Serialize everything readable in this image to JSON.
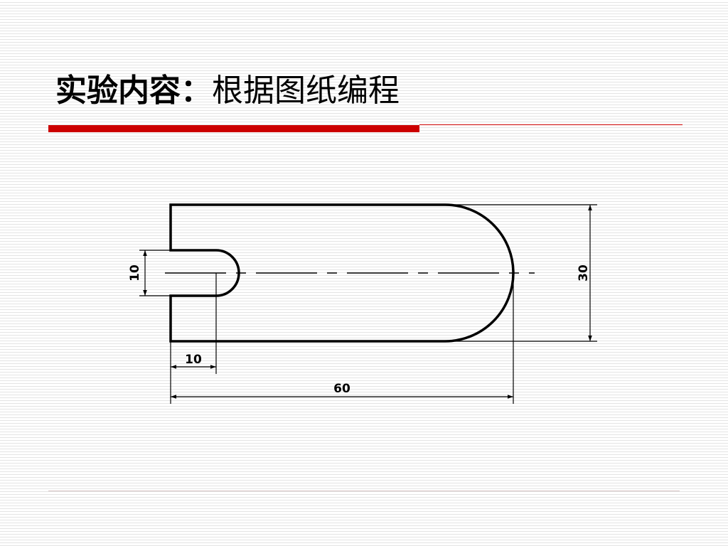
{
  "slide": {
    "title_bold": "实验内容：",
    "title_rest": "根据图纸编程",
    "accent_color": "#cc0000"
  },
  "drawing": {
    "dimensions": {
      "slot_width": "10",
      "slot_depth": "10",
      "overall_length": "60",
      "overall_height": "30"
    }
  }
}
